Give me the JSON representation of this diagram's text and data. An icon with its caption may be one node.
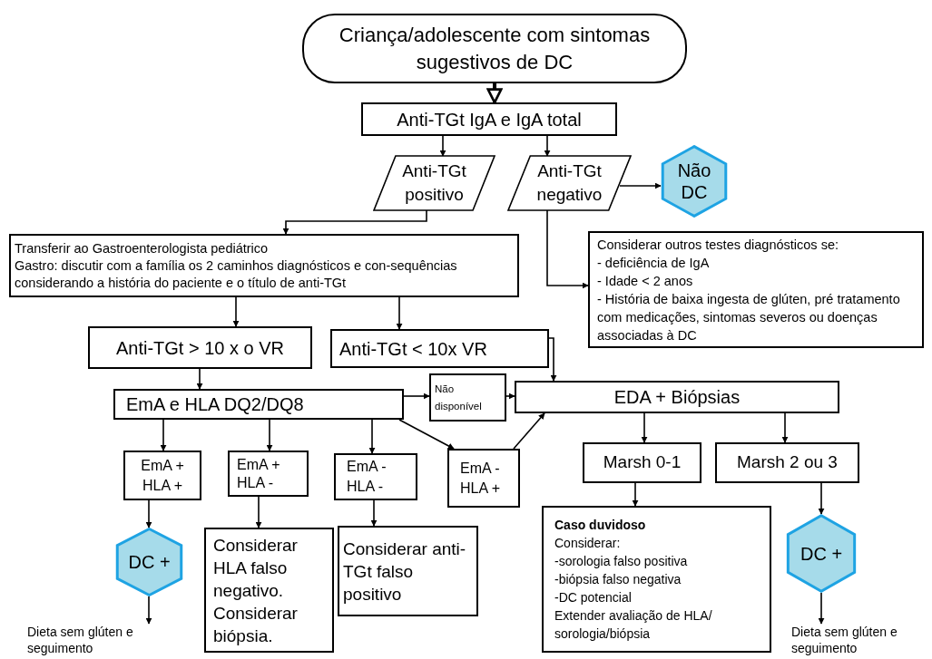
{
  "diagram": {
    "nodes": [
      {
        "text": [
          "Criança/adolescente com sintomas sugestivos de DC"
        ]
      },
      {
        "text": [
          "Anti-TGt IgA e IgA total"
        ]
      },
      {
        "text": [
          "Anti-TGt positivo"
        ]
      },
      {
        "text": [
          "Anti-TGt negativo"
        ]
      },
      {
        "text": [
          "Não DC"
        ]
      },
      {
        "text": [
          "Transferir ao Gastroenterologista pediátrico",
          "Gastro: discutir com a família os 2 caminhos diagnósticos e con-sequências considerando a história do paciente e o título de anti-TGt"
        ]
      },
      {
        "text": [
          "Considerar outros testes diagnósticos se:",
          "- deficiência de IgA",
          "- Idade < 2 anos",
          "- História de baixa ingesta de glúten, pré tratamento com medicações, sintomas severos ou doenças associadas à DC"
        ]
      },
      {
        "text": [
          "Anti-TGt > 10 x o VR"
        ]
      },
      {
        "text": [
          "Anti-TGt < 10x VR"
        ]
      },
      {
        "text": [
          "EmA e HLA DQ2/DQ8"
        ]
      },
      {
        "text": [
          "Não disponível"
        ]
      },
      {
        "text": [
          "EDA + Biópsias"
        ]
      },
      {
        "text": [
          "EmA + HLA +"
        ]
      },
      {
        "text": [
          "EmA + HLA -"
        ]
      },
      {
        "text": [
          "EmA - HLA -"
        ]
      },
      {
        "text": [
          "EmA - HLA +"
        ]
      },
      {
        "text": [
          "Marsh 0-1"
        ]
      },
      {
        "text": [
          "Marsh 2 ou 3"
        ]
      },
      {
        "text": [
          "DC +"
        ]
      },
      {
        "text": [
          "Considerar HLA falso negativo. Considerar biópsia."
        ]
      },
      {
        "text": [
          "Considerar anti-TGt falso positivo"
        ]
      },
      {
        "text": [
          "Caso duvidoso",
          "Considerar:",
          "-sorologia falso positiva",
          "-biópsia falso negativa",
          "-DC potencial",
          "Extender avaliação de HLA/ sorologia/biópsia"
        ]
      },
      {
        "text": [
          "DC +"
        ]
      },
      {
        "text": [
          "Dieta sem glúten e seguimento"
        ]
      },
      {
        "text": [
          "Dieta sem glúten e seguimento"
        ]
      }
    ],
    "edges": [
      {
        "from": 0,
        "to": 1,
        "arrow": "to",
        "style": "thick"
      },
      {
        "from": 1,
        "to": 2,
        "arrow": "to"
      },
      {
        "from": 1,
        "to": 3,
        "arrow": "to"
      },
      {
        "from": 3,
        "to": 4,
        "arrow": "to"
      },
      {
        "from": 2,
        "to": 5,
        "arrow": "to"
      },
      {
        "from": 3,
        "to": 6,
        "arrow": "to"
      },
      {
        "from": 5,
        "to": 7,
        "arrow": "to"
      },
      {
        "from": 5,
        "to": 8,
        "arrow": "to"
      },
      {
        "from": 8,
        "to": 11,
        "arrow": "to"
      },
      {
        "from": 7,
        "to": 9,
        "arrow": "to"
      },
      {
        "from": 9,
        "to": 10,
        "arrow": "to"
      },
      {
        "from": 10,
        "to": 11,
        "arrow": "to"
      },
      {
        "from": 9,
        "to": 12,
        "arrow": "to"
      },
      {
        "from": 9,
        "to": 13,
        "arrow": "to"
      },
      {
        "from": 9,
        "to": 14,
        "arrow": "to"
      },
      {
        "from": 9,
        "to": 15,
        "arrow": "to"
      },
      {
        "from": 15,
        "to": 11,
        "arrow": "to"
      },
      {
        "from": 11,
        "to": 16,
        "arrow": "to"
      },
      {
        "from": 11,
        "to": 17,
        "arrow": "to"
      },
      {
        "from": 12,
        "to": 18,
        "arrow": "to"
      },
      {
        "from": 13,
        "to": 19,
        "arrow": "to"
      },
      {
        "from": 14,
        "to": 20,
        "arrow": "to"
      },
      {
        "from": 16,
        "to": 21,
        "arrow": "to"
      },
      {
        "from": 17,
        "to": 22,
        "arrow": "to"
      },
      {
        "from": 18,
        "to": 23,
        "arrow": "to"
      },
      {
        "from": 22,
        "to": 24,
        "arrow": "to"
      }
    ]
  }
}
